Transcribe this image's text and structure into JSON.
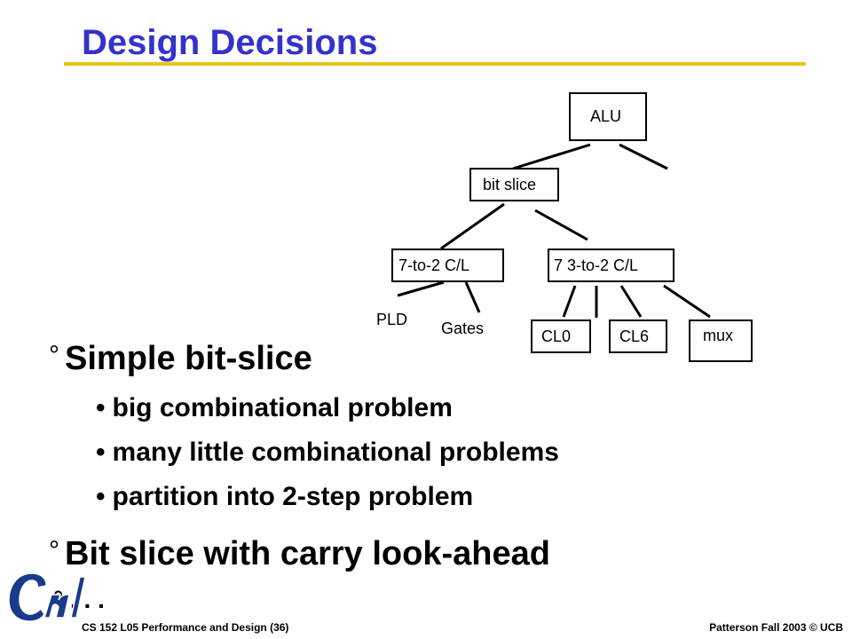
{
  "slide": {
    "title": "Design Decisions"
  },
  "tree": {
    "alu": "ALU",
    "bit_slice": "bit slice",
    "c7to2": "7-to-2 C/L",
    "c3to2": "7 3-to-2 C/L",
    "pld": "PLD",
    "gates": "Gates",
    "cl0": "CL0",
    "cl6": "CL6",
    "mux": "mux"
  },
  "bullets": {
    "b1": "Simple bit-slice",
    "b1_sub1": "big combinational problem",
    "b1_sub2": "many little combinational problems",
    "b1_sub3": "partition into 2-step problem",
    "b2": "Bit slice with carry look-ahead",
    "b3": "° . . ."
  },
  "footer": {
    "left": "CS 152 L05 Performance and Design (36)",
    "right": "Patterson Fall 2003 © UCB"
  },
  "colors": {
    "title": "#3333cc",
    "title_rule": "#e6c619",
    "logo": "#1a3a8a"
  }
}
